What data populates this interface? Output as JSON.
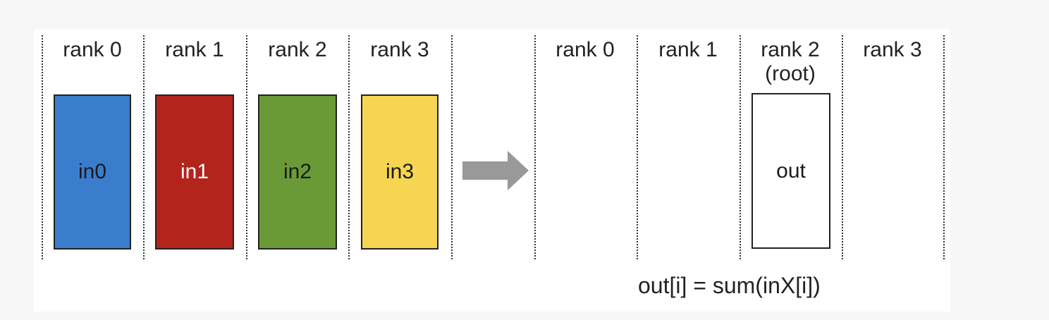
{
  "left_panel": {
    "ranks": [
      {
        "label": "rank 0",
        "buffer": "in0",
        "color": "#3a7dcd",
        "text_color": "#1a1a1a"
      },
      {
        "label": "rank 1",
        "buffer": "in1",
        "color": "#b3241d",
        "text_color": "#ffffff"
      },
      {
        "label": "rank 2",
        "buffer": "in2",
        "color": "#6a9a36",
        "text_color": "#1a1a1a"
      },
      {
        "label": "rank 3",
        "buffer": "in3",
        "color": "#f6d552",
        "text_color": "#1a1a1a"
      }
    ]
  },
  "right_panel": {
    "ranks": [
      {
        "label": "rank 0"
      },
      {
        "label": "rank 1"
      },
      {
        "label": "rank 2",
        "sublabel": "(root)",
        "buffer": "out",
        "color": "#ffffff"
      },
      {
        "label": "rank 3"
      }
    ]
  },
  "arrow_color": "#999999",
  "formula": "out[i] = sum(inX[i])"
}
